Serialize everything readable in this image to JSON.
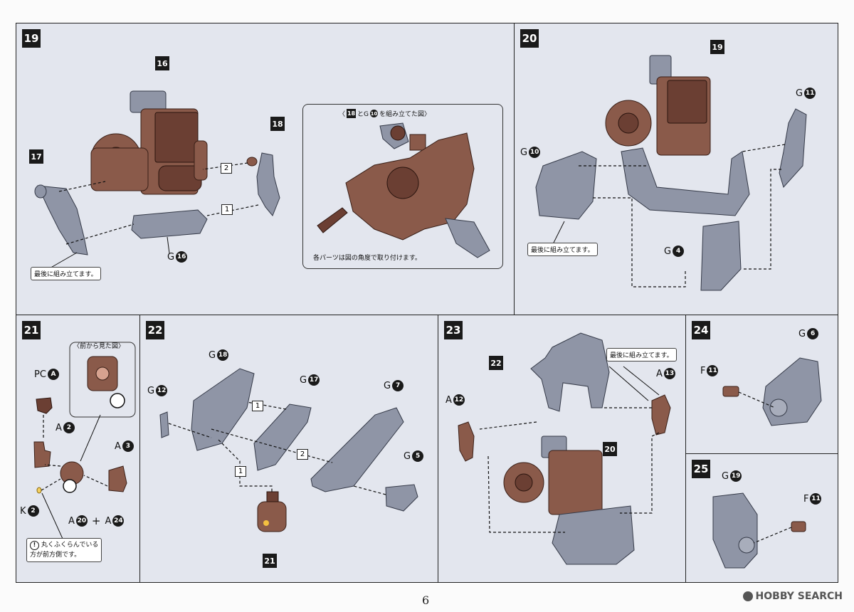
{
  "page": {
    "number": "6",
    "watermark": "HOBBY SEARCH"
  },
  "steps": {
    "s19": {
      "num": "19",
      "p16": "16",
      "p17": "17",
      "p18": "18",
      "g": "G",
      "g16": "16",
      "seq1": "1",
      "seq2": "2",
      "note": "最後に組み立てます。"
    },
    "inset19": {
      "title_pre": "〈",
      "title_n1": "18",
      "title_mid": "とG",
      "title_n2": "10",
      "title_post": "を組み立てた図〉",
      "caption": "各パーツは図の角度で取り付けます。"
    },
    "s20": {
      "num": "20",
      "p19": "19",
      "g": "G",
      "g10": "10",
      "g11": "11",
      "g4": "4",
      "note": "最後に組み立てます。"
    },
    "s21": {
      "num": "21",
      "pc": "PC",
      "a_lbl": "A",
      "a": "A",
      "a2": "2",
      "a3": "3",
      "k": "K",
      "k2": "2",
      "a20": "20",
      "plus": "+",
      "a24": "24",
      "front_view": "〈前から見た図〉",
      "note_line1": "丸くふくらんでいる",
      "note_line2": "方が前方側です。",
      "excl": "!"
    },
    "s22": {
      "num": "22",
      "g": "G",
      "g18": "18",
      "g17": "17",
      "g12": "12",
      "g7": "7",
      "g5": "5",
      "p21": "21",
      "seq1": "1",
      "seq2": "2",
      "seq1b": "1"
    },
    "s23": {
      "num": "23",
      "p22": "22",
      "p20": "20",
      "a": "A",
      "a12": "12",
      "a13": "13",
      "note": "最後に組み立てます。"
    },
    "s24": {
      "num": "24",
      "g": "G",
      "g6": "6",
      "f": "F",
      "f11": "11"
    },
    "s25": {
      "num": "25",
      "g": "G",
      "g19": "19",
      "f": "F",
      "f11": "11"
    }
  }
}
